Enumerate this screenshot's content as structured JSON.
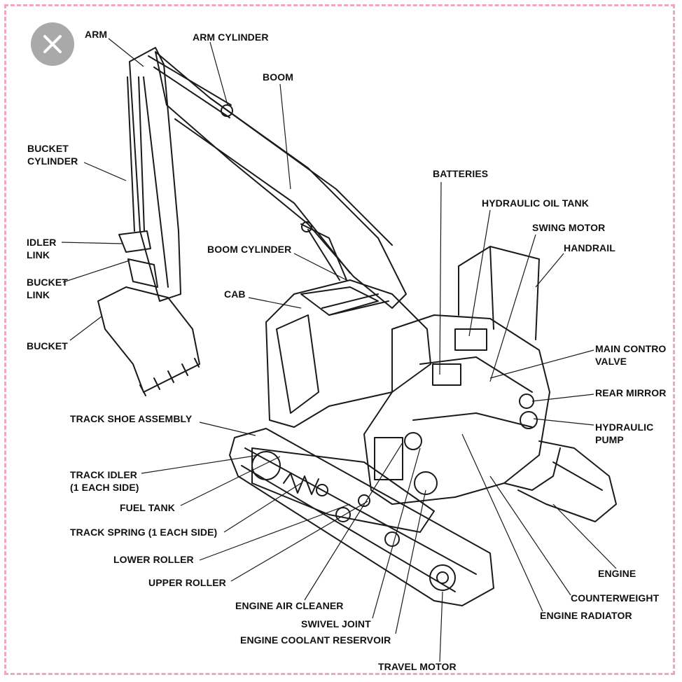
{
  "labels": {
    "arm": "ARM",
    "arm_cylinder": "ARM CYLINDER",
    "boom": "BOOM",
    "bucket_cylinder_1": "BUCKET",
    "bucket_cylinder_2": "CYLINDER",
    "batteries": "BATTERIES",
    "hydraulic_oil_tank": "HYDRAULIC OIL TANK",
    "swing_motor": "SWING MOTOR",
    "handrail": "HANDRAIL",
    "idler_link_1": "IDLER",
    "idler_link_2": "LINK",
    "boom_cylinder": "BOOM CYLINDER",
    "bucket_link_1": "BUCKET",
    "bucket_link_2": "LINK",
    "cab": "CAB",
    "bucket": "BUCKET",
    "main_control_valve_1": "MAIN CONTRO",
    "main_control_valve_2": "VALVE",
    "rear_mirror": "REAR MIRROR",
    "track_shoe_assembly": "TRACK SHOE ASSEMBLY",
    "hydraulic_pump_1": "HYDRAULIC",
    "hydraulic_pump_2": "PUMP",
    "track_idler_1": "TRACK IDLER",
    "track_idler_2": "(1 EACH SIDE)",
    "fuel_tank": "FUEL TANK",
    "track_spring": "TRACK SPRING (1 EACH SIDE)",
    "lower_roller": "LOWER ROLLER",
    "engine": "ENGINE",
    "upper_roller": "UPPER ROLLER",
    "counterweight": "COUNTERWEIGHT",
    "engine_air_cleaner": "ENGINE AIR CLEANER",
    "engine_radiator": "ENGINE RADIATOR",
    "swivel_joint": "SWIVEL JOINT",
    "engine_coolant_reservoir": "ENGINE COOLANT RESERVOIR",
    "travel_motor": "TRAVEL MOTOR"
  },
  "icons": {
    "close": "close-icon"
  },
  "colors": {
    "frame": "#f0a6c2",
    "close_bg": "#a9a9a9",
    "ink": "#111111"
  }
}
